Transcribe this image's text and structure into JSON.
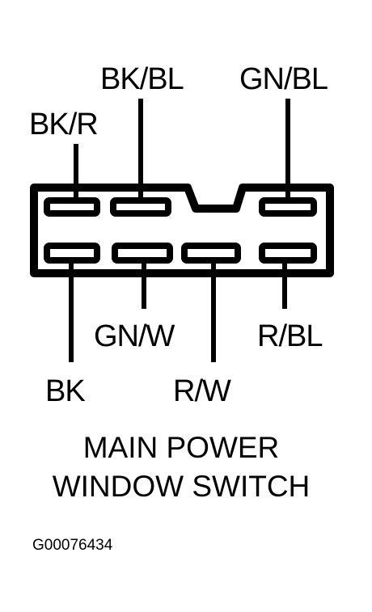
{
  "diagram": {
    "wire_labels": {
      "bk_r": "BK/R",
      "bk_bl": "BK/BL",
      "gn_bl": "GN/BL",
      "gn_w": "GN/W",
      "r_bl": "R/BL",
      "bk": "BK",
      "r_w": "R/W"
    },
    "caption": {
      "line1": "MAIN POWER",
      "line2": "WINDOW SWITCH"
    },
    "figure_id": "G00076434"
  },
  "colors": {
    "ink": "#000000",
    "background": "#ffffff"
  }
}
